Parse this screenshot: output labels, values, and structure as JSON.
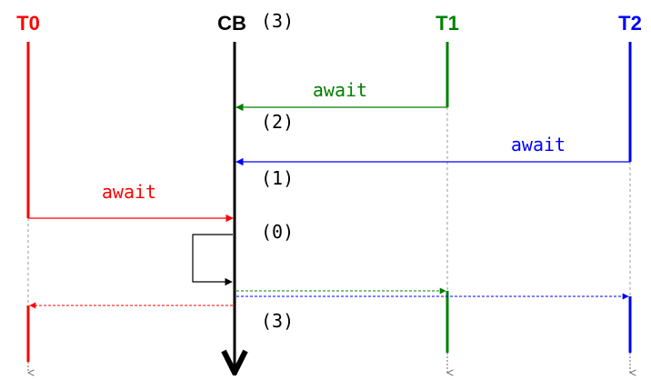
{
  "colors": {
    "t0": "#ff0000",
    "cb": "#000000",
    "t1": "#008000",
    "t2": "#0000ff"
  },
  "lanes": {
    "t0": {
      "label": "T0"
    },
    "cb": {
      "label": "CB",
      "counter": "(3)"
    },
    "t1": {
      "label": "T1"
    },
    "t2": {
      "label": "T2"
    }
  },
  "messages": {
    "t1_await": "await",
    "t2_await": "await",
    "t0_await": "await"
  },
  "counter_labels": {
    "after_t1": "(2)",
    "after_t2": "(1)",
    "after_t0": "(0)",
    "after_release": "(3)"
  }
}
